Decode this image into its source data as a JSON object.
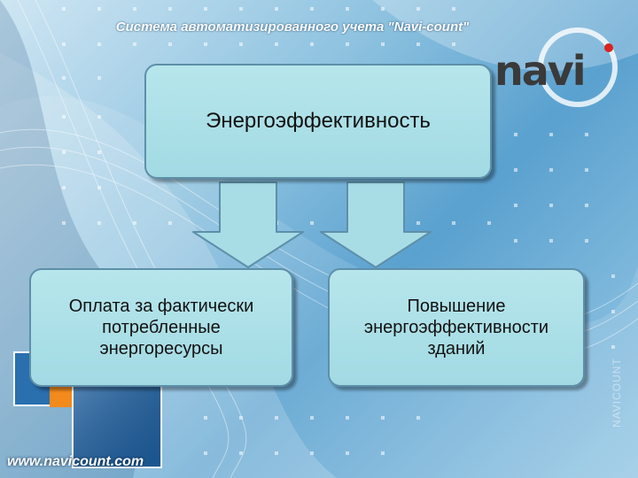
{
  "slide": {
    "header_title": "Система автоматизированного учета \"Navi-count\"",
    "logo_text": "navi",
    "watermark_text": "NAVICOUNT",
    "footer_url": "www.navicount.com"
  },
  "diagram": {
    "top_box": "Энергоэффективность",
    "left_box": "Оплата за фактически потребленные энергоресурсы",
    "right_box": "Повышение энергоэффективности зданий"
  },
  "colors": {
    "box_fill": "#a8dde6",
    "box_border": "#5e8fa9",
    "arrow_fill": "#a8dde6",
    "accent_orange": "#f28a1c",
    "logo_dark": "#3a3a3a",
    "logo_red": "#d9231f"
  }
}
